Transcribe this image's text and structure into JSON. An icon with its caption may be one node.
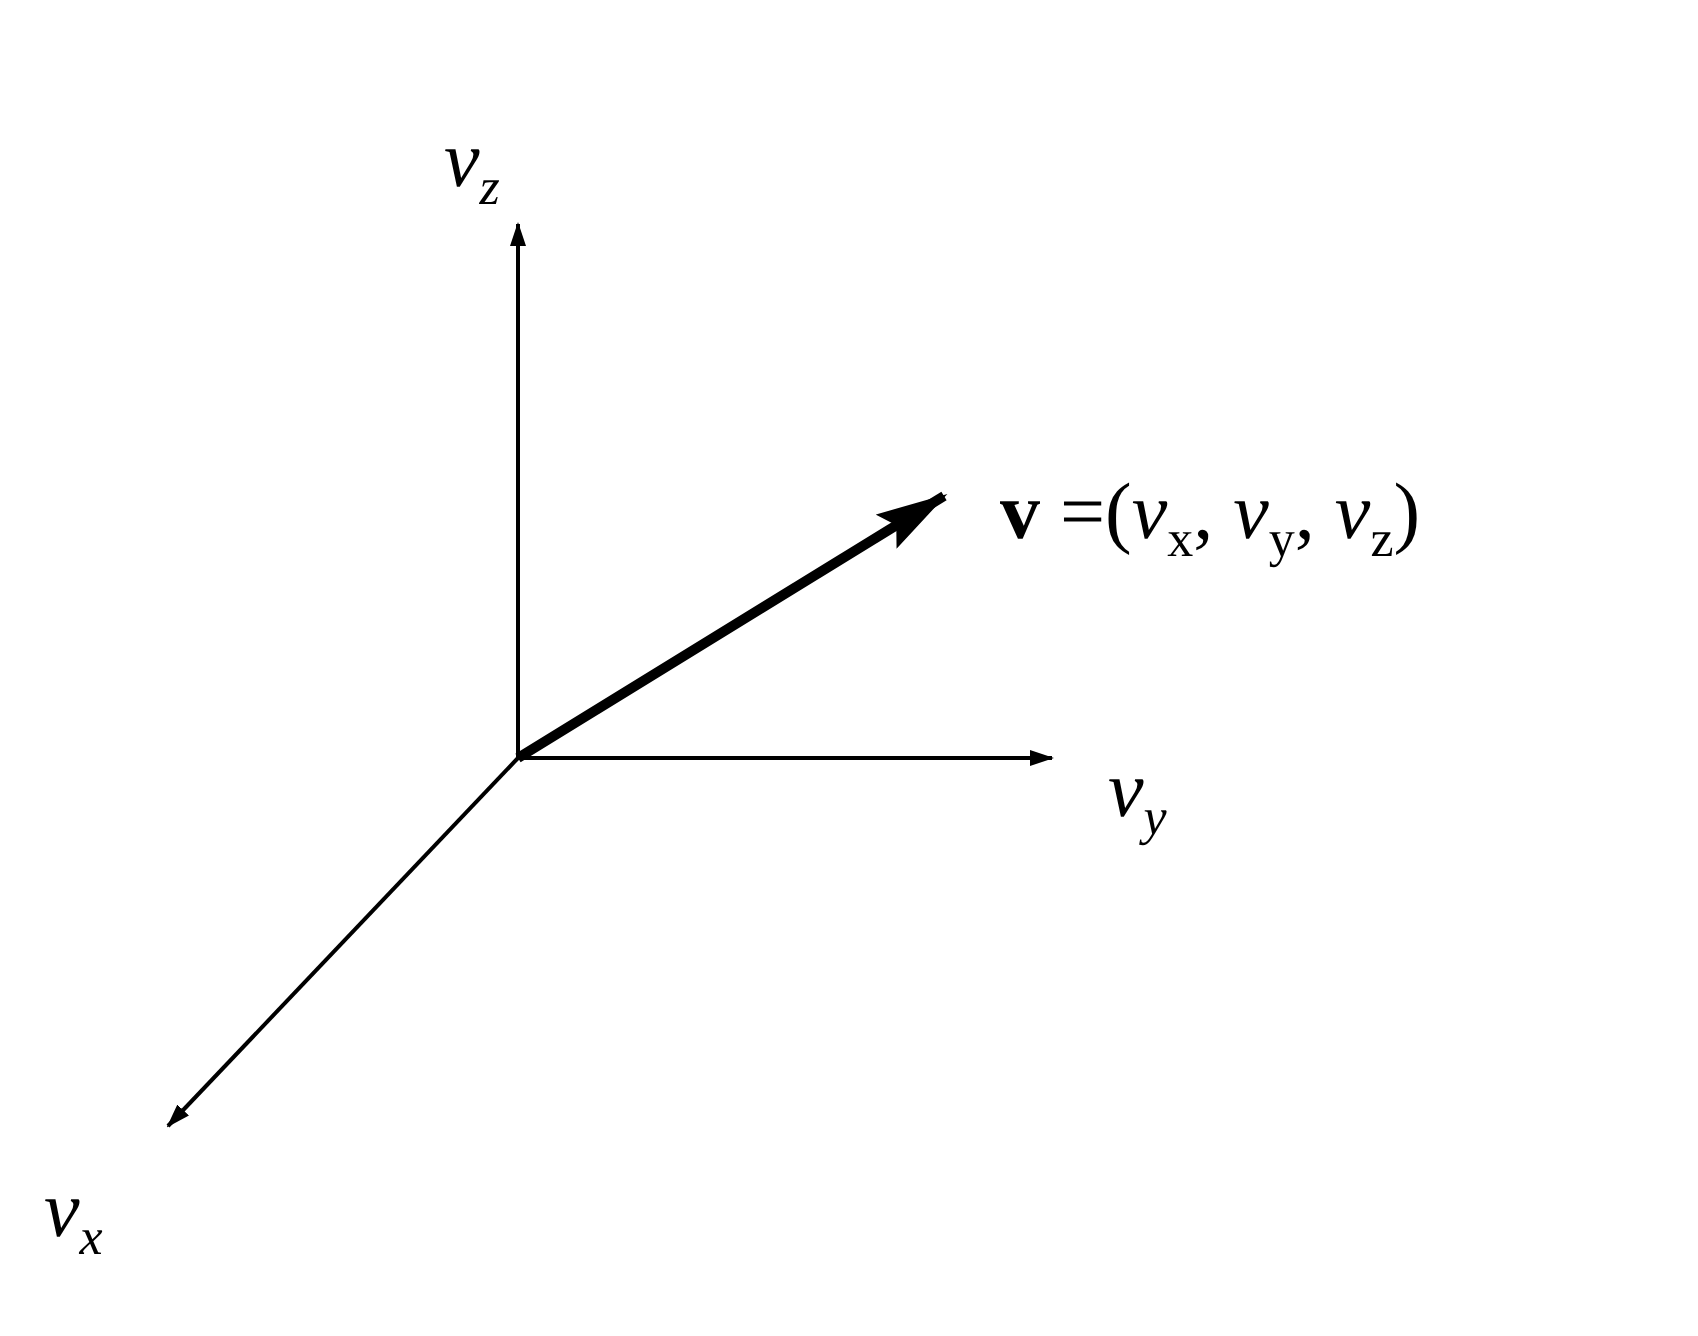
{
  "diagram": {
    "labels": [
      "v$_{z}$",
      "**v** =(*v*$_{x}$, *v*$_{y}$, *v*$_{z}$)",
      "v$_{y}$",
      "v$_{x}$"
    ]
  }
}
